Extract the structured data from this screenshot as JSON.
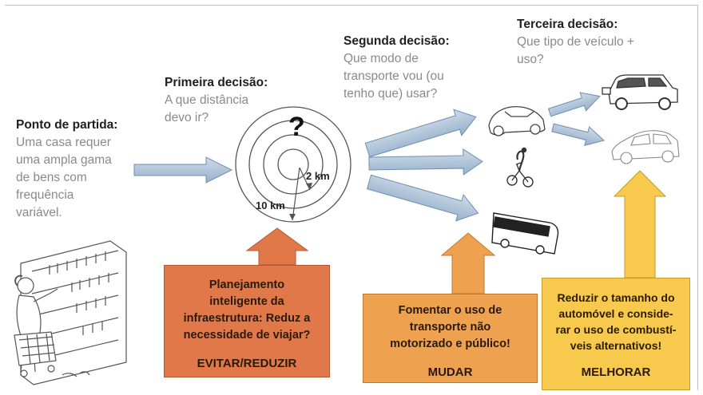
{
  "start": {
    "heading": "Ponto de partida:",
    "body": "Uma casa requer\numa ampla gama\nde bens com\nfrequência\nvariável."
  },
  "first": {
    "heading": "Primeira decisão:",
    "body": "A que distância\ndevo ir?"
  },
  "second": {
    "heading": "Segunda decisão:",
    "body": "Que modo de\ntransporte vou (ou\ntenho que) usar?"
  },
  "third": {
    "heading": "Terceira decisão:",
    "body": "Que tipo de veículo +\nuso?"
  },
  "rings": {
    "question": "?",
    "inner_label": "2 km",
    "outer_label": "10 km"
  },
  "boxes": {
    "avoid": {
      "text": "Planejamento\ninteligente da\ninfraestrutura: Reduz a\nnecessidade de viajar?",
      "label": "EVITAR/REDUZIR",
      "color": "#e0784a"
    },
    "shift": {
      "text": "Fomentar o uso de\ntransporte não\nmotorizado e público!",
      "label": "MUDAR",
      "color": "#eea14f"
    },
    "improve": {
      "text": "Reduzir o tamanho do\nautomóvel e conside-\nrar o uso de combustí-\nveis alternativos!",
      "label": "MELHORAR",
      "color": "#f7c94d"
    }
  },
  "colors": {
    "arrow_fill": "#a9bfd6",
    "arrow_stroke": "#6f8fb0",
    "heading": "#1f1f1f",
    "body_text": "#8a8a8a"
  },
  "icons": {
    "shopper": "shopper-shelf-icon",
    "car": "beetle-car-icon",
    "bike": "bicycle-icon",
    "bus": "bus-icon",
    "suv": "suv-icon",
    "small_car": "small-car-icon"
  }
}
